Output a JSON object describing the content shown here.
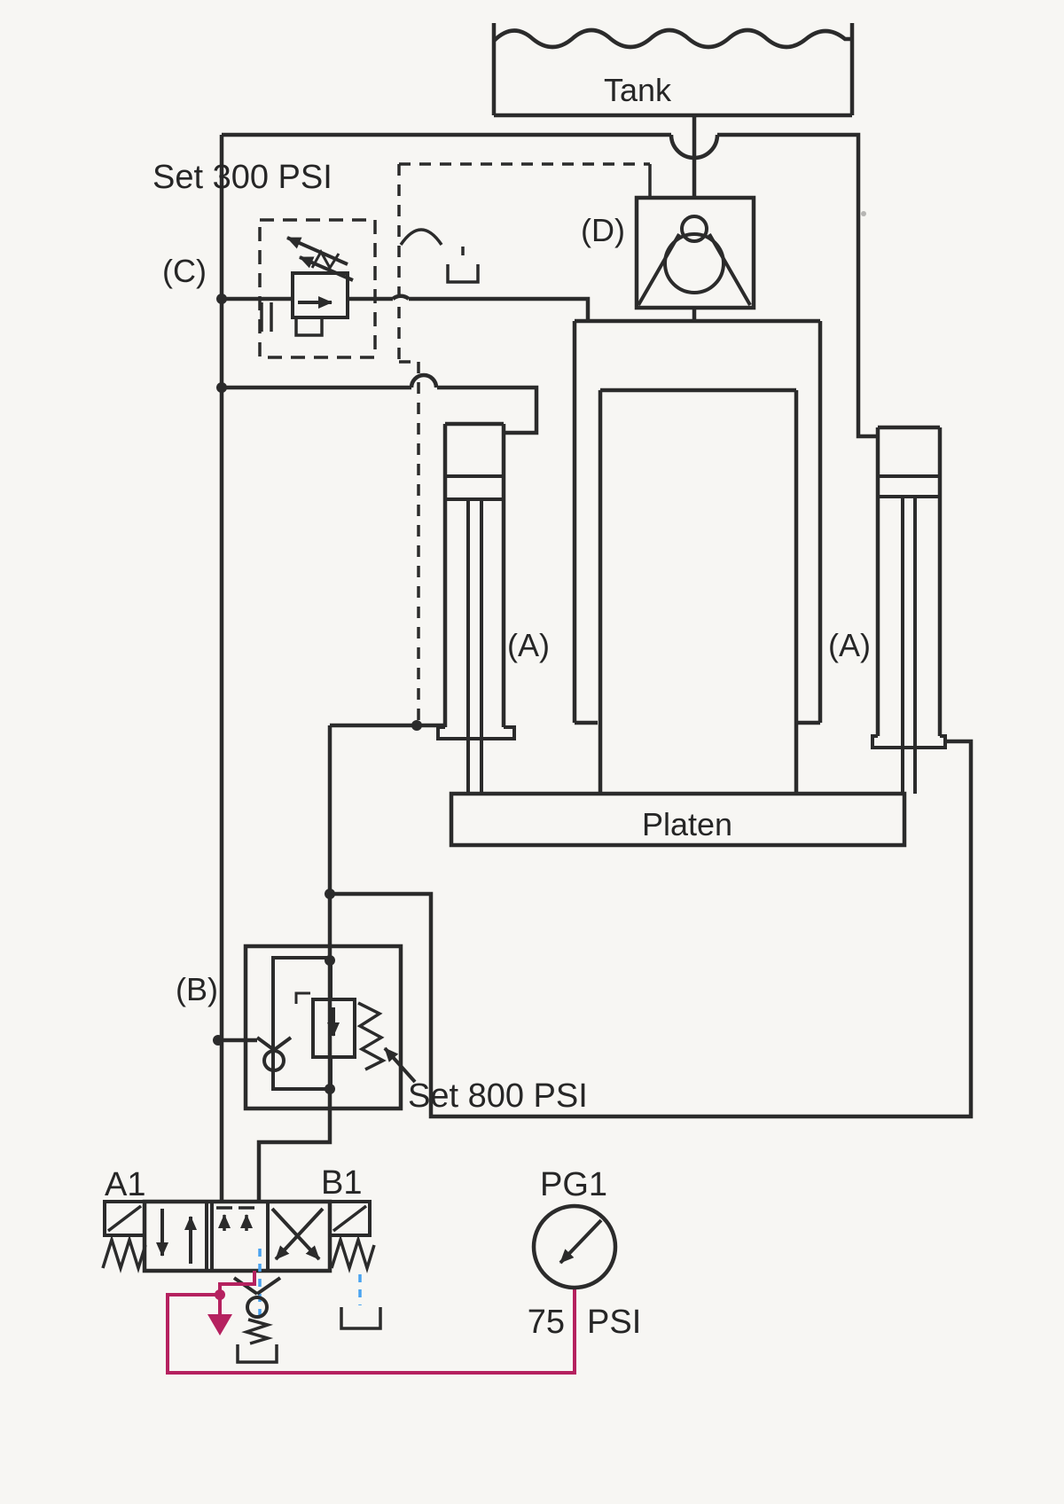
{
  "diagram": {
    "type": "hydraulic-press-circuit-schematic",
    "colors": {
      "ink": "#2b2b2b",
      "paper": "#f7f6f3",
      "gauge_line_magenta": "#b5215f",
      "drain_line_blue": "#4aa3f0"
    },
    "labels": {
      "tank": "Tank",
      "set_300": "Set 300 PSI",
      "c": "(C)",
      "d": "(D)",
      "a_left": "(A)",
      "a_right": "(A)",
      "platen": "Platen",
      "b": "(B)",
      "set_800": "Set 800 PSI",
      "a1": "A1",
      "b1": "B1",
      "pg1": "PG1",
      "reading_value": "75",
      "reading_unit": "PSI"
    },
    "components": {
      "tank": {
        "name": "reservoir",
        "label": "Tank"
      },
      "valve_c": {
        "id": "(C)",
        "setting": "Set 300 PSI",
        "kind": "pilot-operated pressure valve in dashed enclosure"
      },
      "valve_d": {
        "id": "(D)",
        "kind": "prefill / poppet valve under tank"
      },
      "cylinder_left": {
        "id": "(A)",
        "kind": "press cylinder, rod down to platen"
      },
      "cylinder_right": {
        "id": "(A)",
        "kind": "press cylinder, rod down to platen"
      },
      "main_ram": {
        "kind": "large center ram from valve (D)"
      },
      "platen": {
        "label": "Platen"
      },
      "valve_b": {
        "id": "(B)",
        "setting": "Set 800 PSI",
        "kind": "counterbalance valve with check"
      },
      "directional_valve": {
        "port_left": "A1",
        "port_right": "B1",
        "kind": "4/3 solenoid-spring valve"
      },
      "gauge_pg1": {
        "id": "PG1",
        "reading": "75 PSI"
      }
    }
  }
}
